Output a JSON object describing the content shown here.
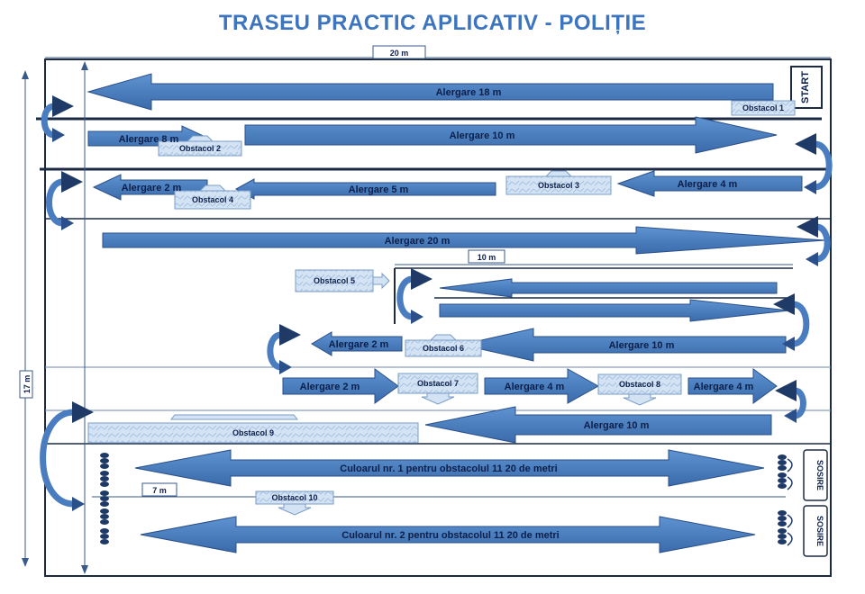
{
  "title": "TRASEU PRACTIC APLICATIV - POLIȚIE",
  "dimensions": {
    "top_width": "20 m",
    "side_height": "17 m",
    "inner_width": "10 m",
    "lane_start": "7 m"
  },
  "start_label": "START",
  "finish_labels": [
    "SOSIRE",
    "SOSIRE"
  ],
  "runs": {
    "r18": "Alergare 18 m",
    "r8": "Alergare 8 m",
    "r10a": "Alergare 10 m",
    "r2a": "Alergare 2 m",
    "r5": "Alergare 5 m",
    "r4a": "Alergare 4 m",
    "r20": "Alergare 20 m",
    "r2b": "Alergare 2 m",
    "r10b": "Alergare 10 m",
    "r2c": "Alergare 2 m",
    "r4b": "Alergare 4 m",
    "r4c": "Alergare 4 m",
    "r10c": "Alergare 10 m"
  },
  "obstacles": {
    "o1": "Obstacol 1",
    "o2": "Obstacol 2",
    "o3": "Obstacol 3",
    "o4": "Obstacol 4",
    "o5": "Obstacol 5",
    "o6": "Obstacol 6",
    "o7": "Obstacol 7",
    "o8": "Obstacol 8",
    "o9": "Obstacol 9",
    "o10": "Obstacol 10"
  },
  "lanes": {
    "lane1": "Culoarul nr. 1 pentru obstacolul 11    20 de metri",
    "lane2": "Culoarul nr. 2 pentru obstacolul 11    20 de metri"
  },
  "colors": {
    "arrow": "#4a7dc0",
    "arrow_edge": "#2a4f8a",
    "obstacle": "#cfe0f2",
    "title": "#3c74c0",
    "line": "#1c2a44"
  }
}
